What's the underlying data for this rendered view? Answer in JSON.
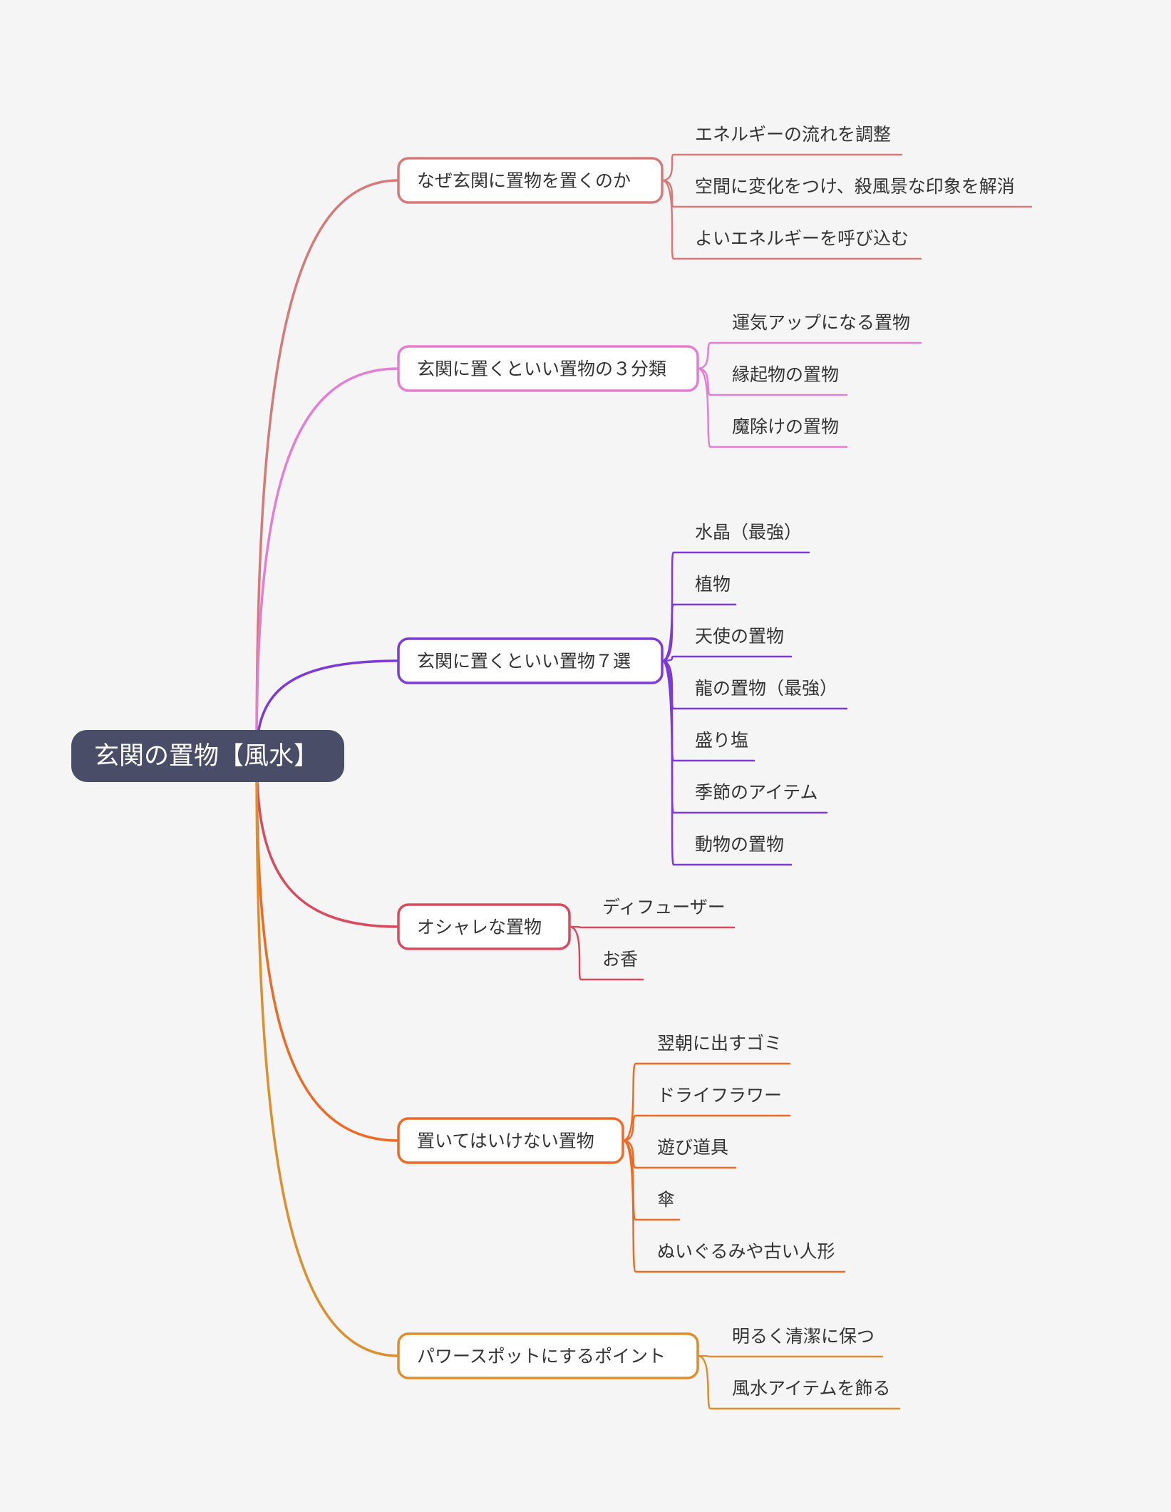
{
  "root": {
    "label": "玄関の置物【風水】",
    "color": "#4a4d68"
  },
  "branches": [
    {
      "label": "なぜ玄関に置物を置くのか",
      "color": "#d57a78",
      "children": [
        "エネルギーの流れを調整",
        "空間に変化をつけ、殺風景な印象を解消",
        "よいエネルギーを呼び込む"
      ]
    },
    {
      "label": "玄関に置くといい置物の３分類",
      "color": "#e37fd3",
      "children": [
        "運気アップになる置物",
        "縁起物の置物",
        "魔除けの置物"
      ]
    },
    {
      "label": "玄関に置くといい置物７選",
      "color": "#7d3ad6",
      "children": [
        "水晶（最強）",
        "植物",
        "天使の置物",
        "龍の置物（最強）",
        "盛り塩",
        "季節のアイテム",
        "動物の置物"
      ]
    },
    {
      "label": "オシャレな置物",
      "color": "#d94a5e",
      "children": [
        "ディフューザー",
        "お香"
      ]
    },
    {
      "label": "置いてはいけない置物",
      "color": "#ee6a24",
      "children": [
        "翌朝に出すゴミ",
        "ドライフラワー",
        "遊び道具",
        "傘",
        "ぬいぐるみや古い人形"
      ]
    },
    {
      "label": "パワースポットにするポイント",
      "color": "#dc8f2c",
      "children": [
        "明るく清潔に保つ",
        "風水アイテムを飾る"
      ]
    }
  ]
}
